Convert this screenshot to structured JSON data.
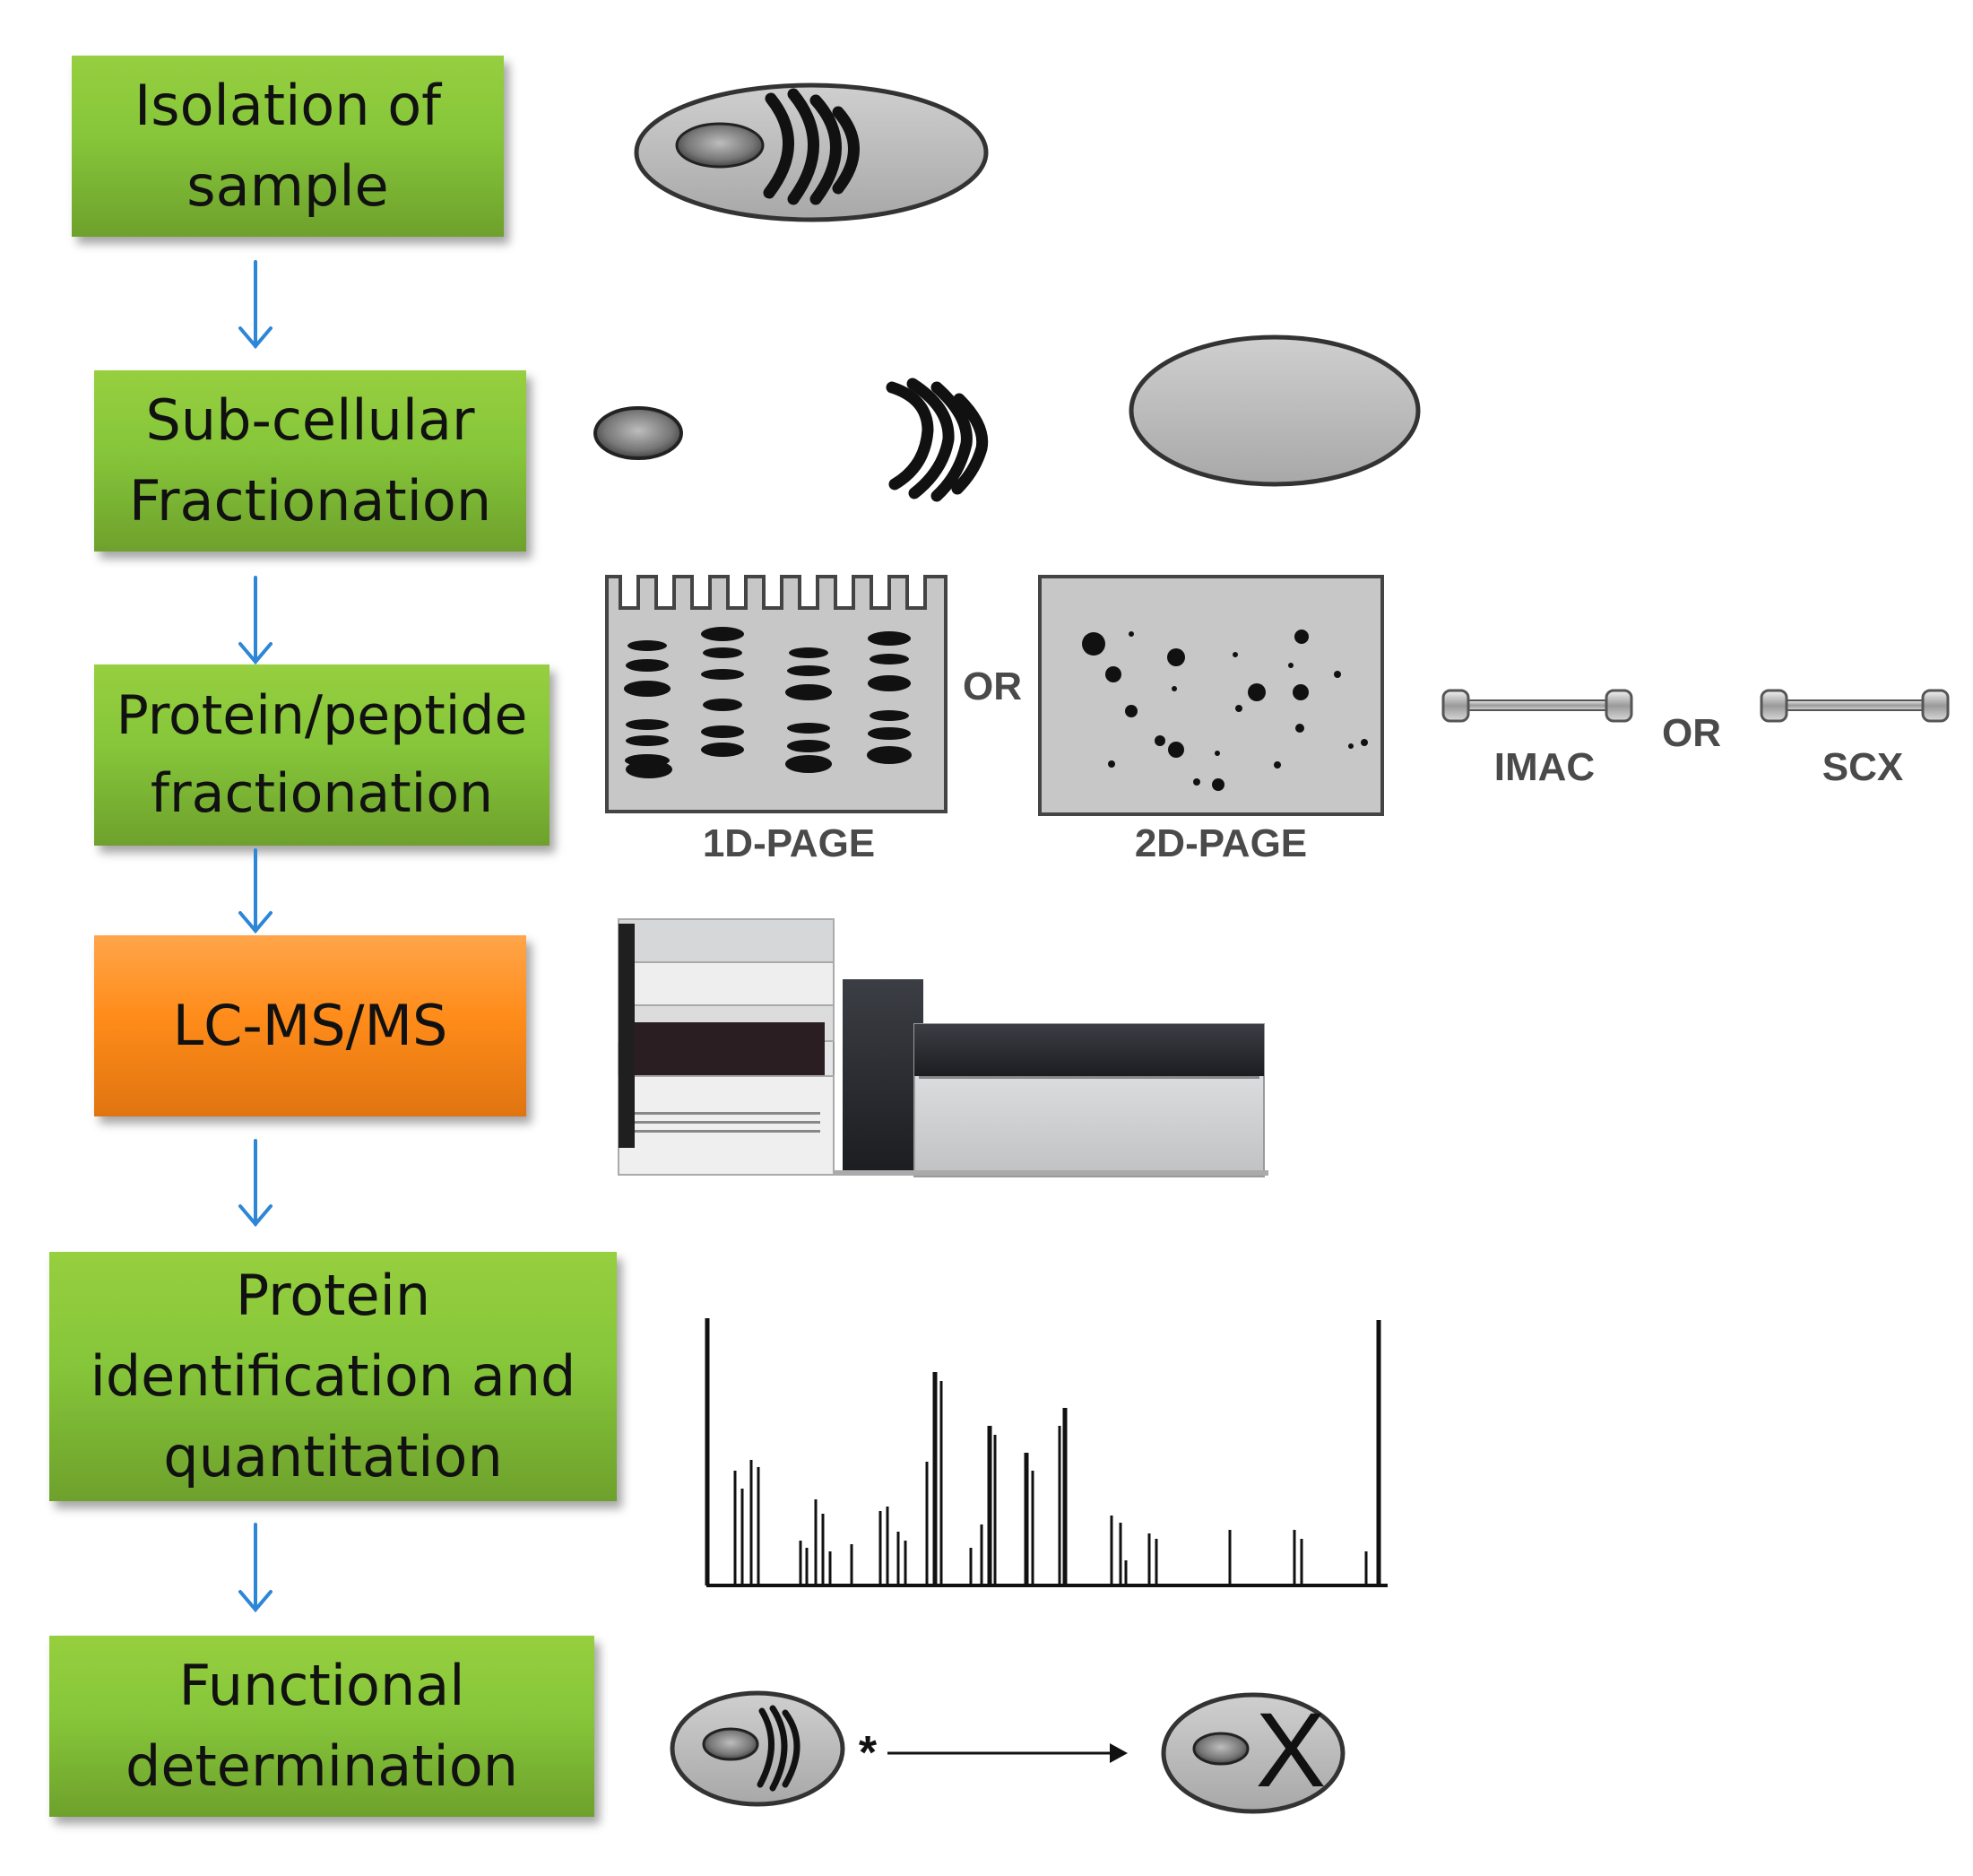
{
  "steps": [
    {
      "label": "Isolation of\nsample"
    },
    {
      "label": "Sub-cellular\nFractionation"
    },
    {
      "label": "Protein/peptide\nfractionation"
    },
    {
      "label": "LC-MS/MS"
    },
    {
      "label": "Protein\nidentification and\nquantitation"
    },
    {
      "label": "Functional\ndetermination"
    }
  ],
  "fractionation": {
    "gel_1d_label": "1D-PAGE",
    "gel_2d_label": "2D-PAGE",
    "or_label": "OR",
    "column_1_label": "IMAC",
    "column_2_label": "SCX",
    "column_or_label": "OR"
  },
  "functional": {
    "mark_label": "*",
    "knockout_label": "X"
  },
  "colors": {
    "step_green": "#86c63a",
    "step_orange": "#ff8c1a",
    "arrow": "#2e86d6"
  },
  "icons": [
    "cell-icon",
    "nucleus-icon",
    "golgi-icon",
    "cell-membrane-icon",
    "gel-1d-icon",
    "gel-2d-icon",
    "column-icon",
    "lc-ms-instrument-icon",
    "mass-spectrum-icon",
    "knockout-cell-icon"
  ]
}
